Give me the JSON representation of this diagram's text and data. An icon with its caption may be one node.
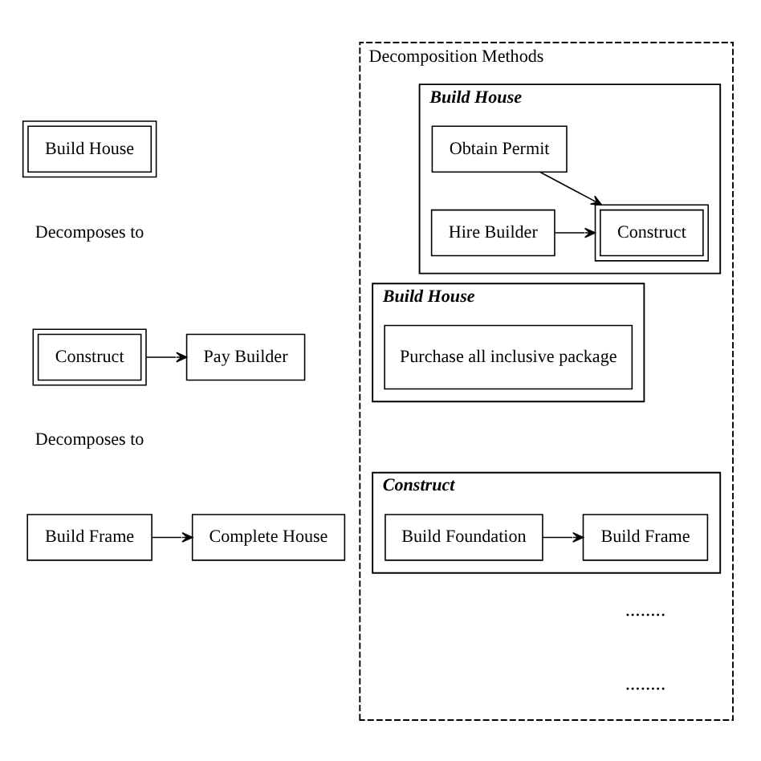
{
  "diagram": {
    "nodes": [
      {
        "text": [
          "Build House"
        ]
      },
      {
        "text": [
          "Construct"
        ]
      },
      {
        "text": [
          "Pay Builder"
        ]
      },
      {
        "text": [
          "Build Frame"
        ]
      },
      {
        "text": [
          "Complete House"
        ]
      },
      {
        "text": [
          "Decomposition Methods"
        ]
      },
      {
        "text": [
          "Build House"
        ],
        "in": 5
      },
      {
        "text": [
          "Obtain Permit"
        ],
        "in": 6
      },
      {
        "text": [
          "Hire Builder"
        ],
        "in": 6
      },
      {
        "text": [
          "Construct"
        ],
        "in": 6
      },
      {
        "text": [
          "Build House"
        ],
        "in": 5
      },
      {
        "text": [
          "Purchase all inclusive package"
        ],
        "in": 10
      },
      {
        "text": [
          "Construct"
        ],
        "in": 5
      },
      {
        "text": [
          "Build Foundation"
        ],
        "in": 12
      },
      {
        "text": [
          "Build Frame"
        ],
        "in": 12
      }
    ],
    "edges": [
      {
        "from": 1,
        "to": 2,
        "arrow": "to"
      },
      {
        "from": 3,
        "to": 4,
        "arrow": "to"
      },
      {
        "from": 7,
        "to": 9,
        "arrow": "to"
      },
      {
        "from": 8,
        "to": 9,
        "arrow": "to"
      },
      {
        "from": 13,
        "to": 14,
        "arrow": "to"
      }
    ],
    "labels": [
      "Decomposes to",
      "Decomposes to",
      "........",
      "........"
    ]
  }
}
